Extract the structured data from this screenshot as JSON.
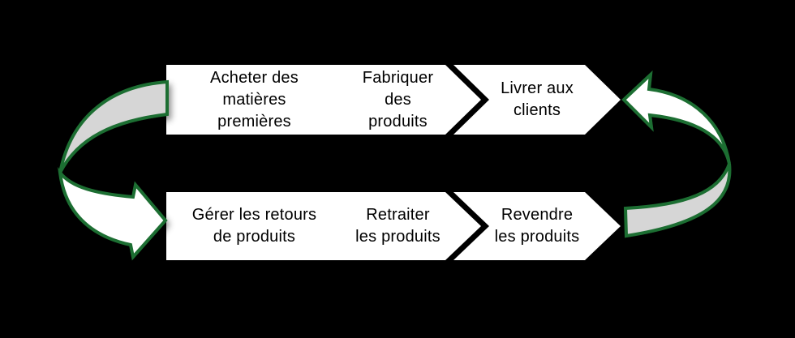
{
  "colors": {
    "background": "#000000",
    "accent_green": "#1E6E32",
    "band_gray": "#D6D6D6",
    "chevron_white": "#FFFFFF",
    "text": "#000000"
  },
  "chains": [
    {
      "name": "forward-supply-chain",
      "steps": [
        {
          "label": "Acheter des\nmatières\npremières"
        },
        {
          "label": "Fabriquer\ndes\nproduits"
        },
        {
          "label": "Livrer aux\nclients"
        }
      ]
    },
    {
      "name": "reverse-supply-chain",
      "steps": [
        {
          "label": "Gérer les retours\nde produits"
        },
        {
          "label": "Retraiter\nles produits"
        },
        {
          "label": "Revendre\nles produits"
        }
      ]
    }
  ],
  "connectors": [
    {
      "name": "left-curved-loop-arrow"
    },
    {
      "name": "right-curved-loop-arrow"
    }
  ]
}
